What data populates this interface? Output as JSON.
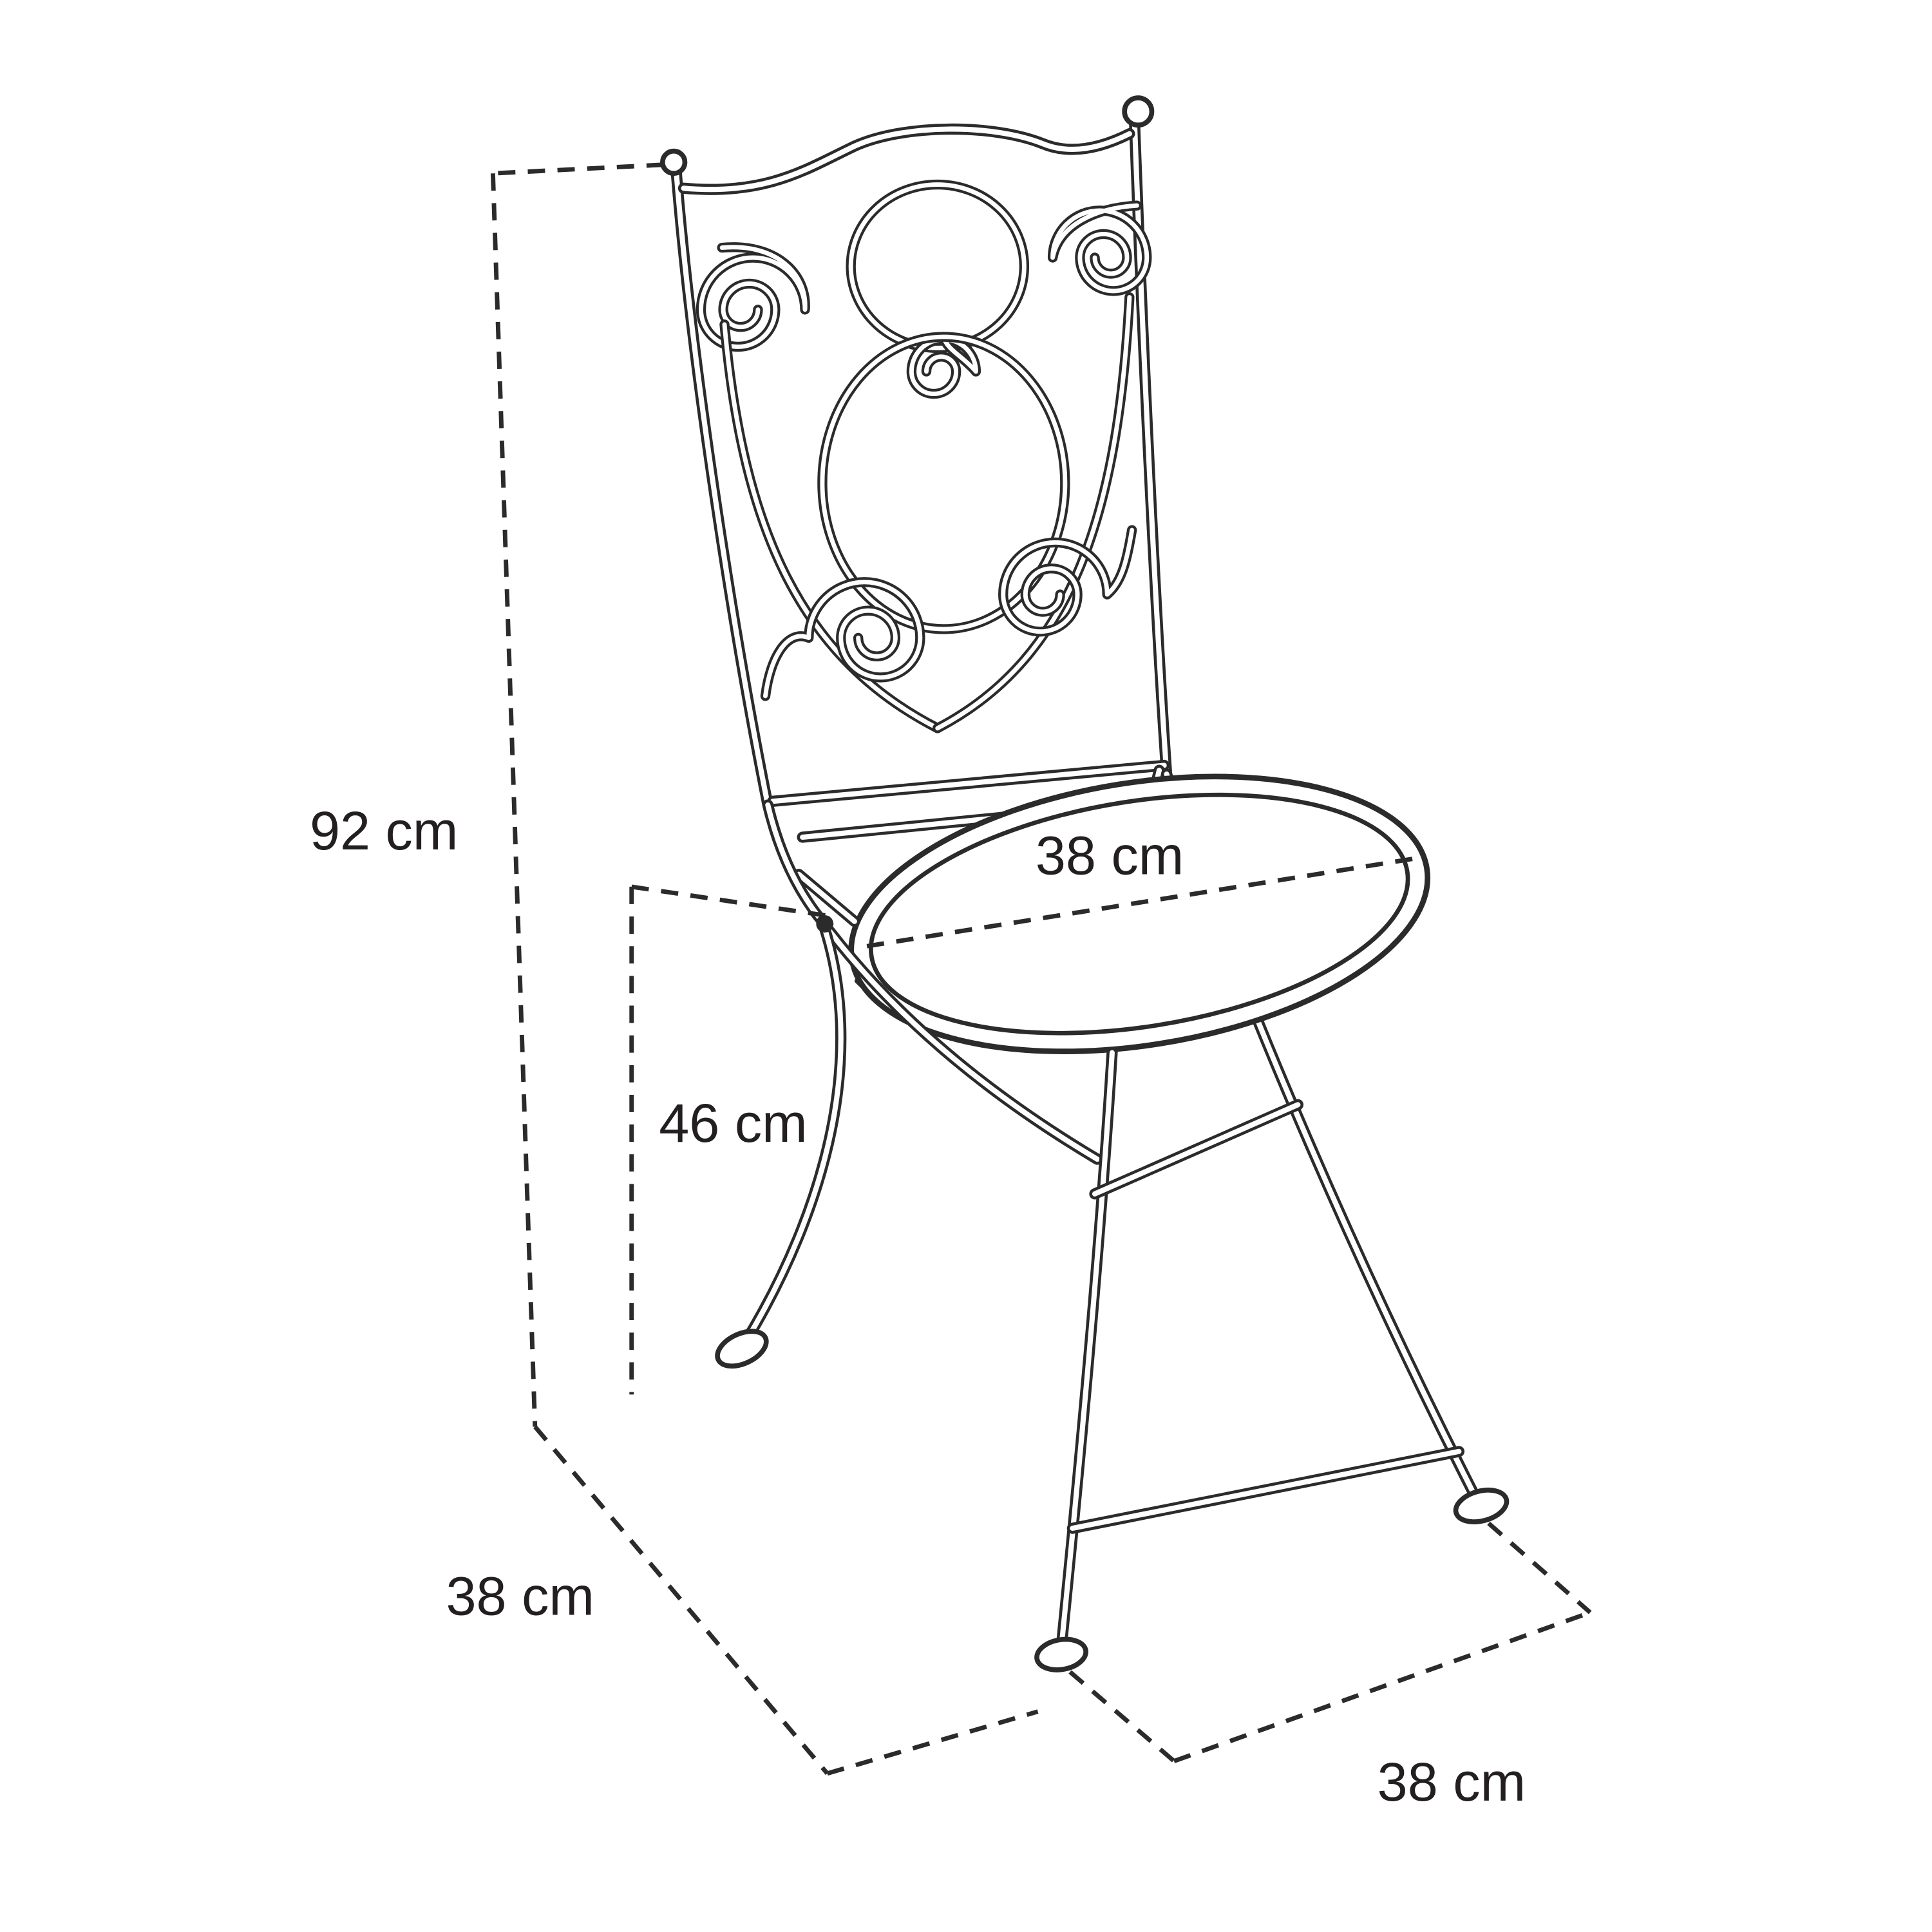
{
  "diagram": {
    "title": "folding-bistro-chair-dimension-diagram",
    "labels": {
      "height": "92 cm",
      "seat_diameter": "38 cm",
      "seat_height": "46 cm",
      "depth": "38 cm",
      "width": "38 cm"
    },
    "colors": {
      "line": "#2b2b2b",
      "text": "#231f20",
      "background": "#ffffff"
    }
  }
}
